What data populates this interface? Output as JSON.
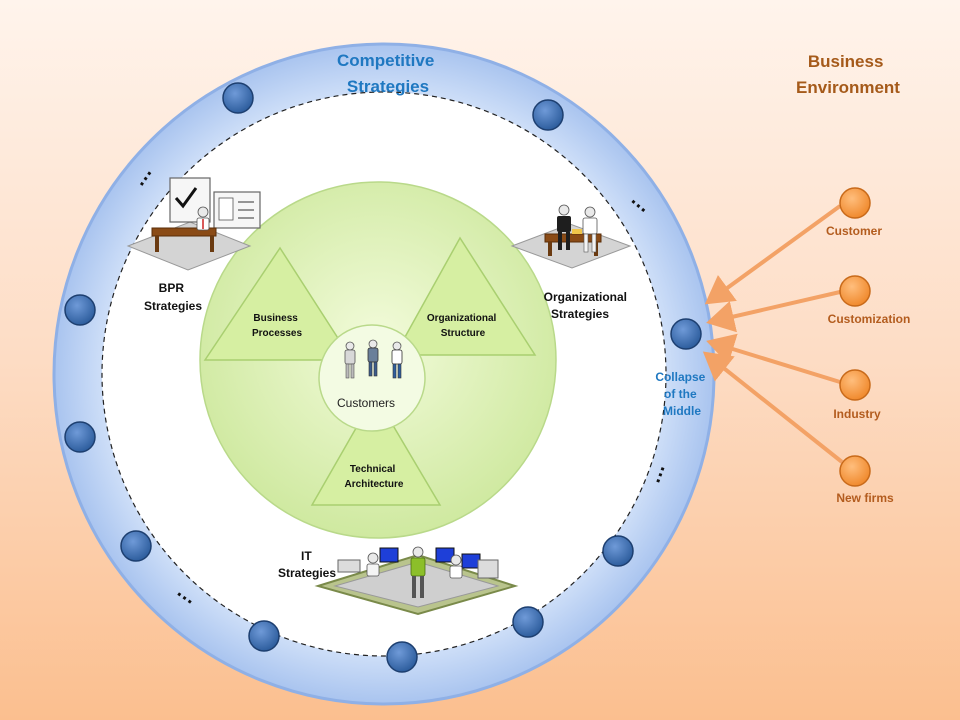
{
  "ring_title": [
    "Competitive",
    "Strategies"
  ],
  "environment_title": [
    "Business",
    "Environment"
  ],
  "core": {
    "center": "Customers",
    "top_left": [
      "Business",
      "Processes"
    ],
    "top_right": [
      "Organizational",
      "Structure"
    ],
    "bottom": [
      "Technical",
      "Architecture"
    ]
  },
  "strategies": {
    "bpr": [
      "BPR",
      "Strategies"
    ],
    "org": [
      "Organizational",
      "Strategies"
    ],
    "it": [
      "IT",
      "Strategies"
    ]
  },
  "collapse": [
    "Collapse",
    "of the",
    "Middle"
  ],
  "forces": [
    "Customer",
    "Customization",
    "Industry",
    "New firms"
  ],
  "ellipsis": "…",
  "colors": {
    "ring": "#b9d1f5",
    "node": "#3f6faf",
    "core": "#ddf0b0",
    "force": "#f6a04e",
    "arrow": "#f3a266",
    "accent_blue": "#1f78c1",
    "accent_brown": "#a55a1a"
  }
}
